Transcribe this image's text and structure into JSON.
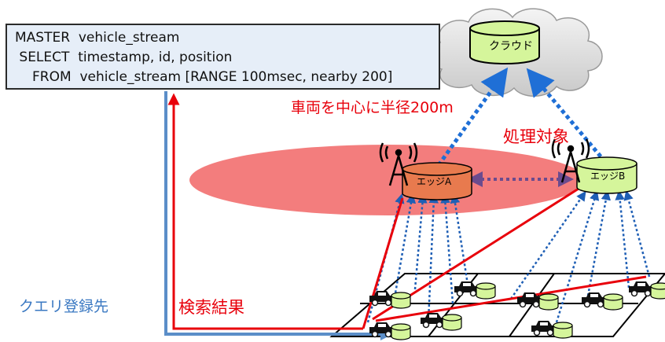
{
  "query": {
    "line1": "MASTER  vehicle_stream",
    "line2": " SELECT  timestamp, id, position",
    "line3": "FROM  vehicle_stream [RANGE 100msec, ",
    "line3_highlight": "nearby 200",
    "line3_end": "]"
  },
  "cloud": {
    "label": "クラウド"
  },
  "edges": {
    "a_label": "エッジA",
    "b_label": "エッジB"
  },
  "annotations": {
    "radius": "車両を中心に半径200m",
    "target": "処理対象",
    "result": "検索結果",
    "register": "クエリ登録先"
  },
  "colors": {
    "query_bg": "#e6eef8",
    "cylinder_fill": "#d5f59b",
    "edge_a_fill": "#e87a4e",
    "ellipse": "#f26d6d",
    "red_line": "#e8000b",
    "blue_line": "#6a9fd1",
    "dotted_blue": "#2e6fc0",
    "dotted_purple": "#6b4b8e"
  },
  "icons": [
    "antenna-icon",
    "car-icon",
    "cloud-icon",
    "cylinder-icon"
  ]
}
